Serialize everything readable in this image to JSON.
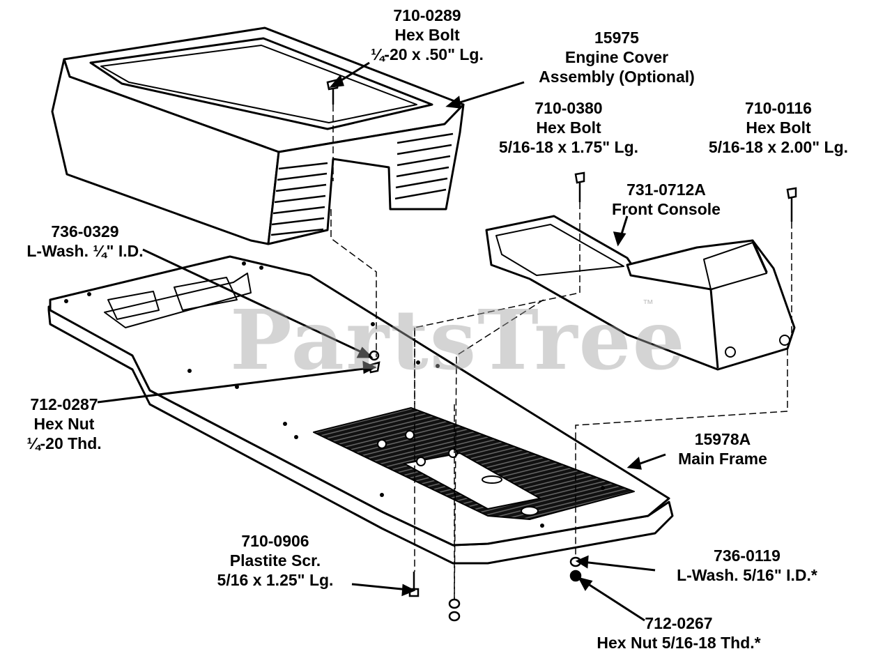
{
  "watermark": {
    "text": "PartsTree",
    "tm": "™"
  },
  "parts": [
    {
      "id": "hex-bolt-0289",
      "number": "710-0289",
      "line1": "Hex Bolt",
      "line2": "¼-20 x .50\" Lg."
    },
    {
      "id": "engine-cover",
      "number": "15975",
      "line1": "Engine Cover",
      "line2": "Assembly (Optional)"
    },
    {
      "id": "hex-bolt-0380",
      "number": "710-0380",
      "line1": "Hex Bolt",
      "line2": "5/16-18 x 1.75\" Lg."
    },
    {
      "id": "hex-bolt-0116",
      "number": "710-0116",
      "line1": "Hex Bolt",
      "line2": "5/16-18 x 2.00\" Lg."
    },
    {
      "id": "front-console",
      "number": "731-0712A",
      "line1": "Front Console",
      "line2": ""
    },
    {
      "id": "lock-washer-0329",
      "number": "736-0329",
      "line1": "L-Wash. ¼\" I.D.",
      "line2": ""
    },
    {
      "id": "hex-nut-0287",
      "number": "712-0287",
      "line1": "Hex Nut",
      "line2": "¼-20 Thd."
    },
    {
      "id": "main-frame",
      "number": "15978A",
      "line1": "Main Frame",
      "line2": ""
    },
    {
      "id": "plastite-screw",
      "number": "710-0906",
      "line1": "Plastite Scr.",
      "line2": "5/16 x 1.25\" Lg."
    },
    {
      "id": "lock-washer-0119",
      "number": "736-0119",
      "line1": "L-Wash. 5/16\" I.D.*",
      "line2": ""
    },
    {
      "id": "hex-nut-0267",
      "number": "712-0267",
      "line1": "Hex Nut 5/16-18 Thd.*",
      "line2": ""
    }
  ]
}
